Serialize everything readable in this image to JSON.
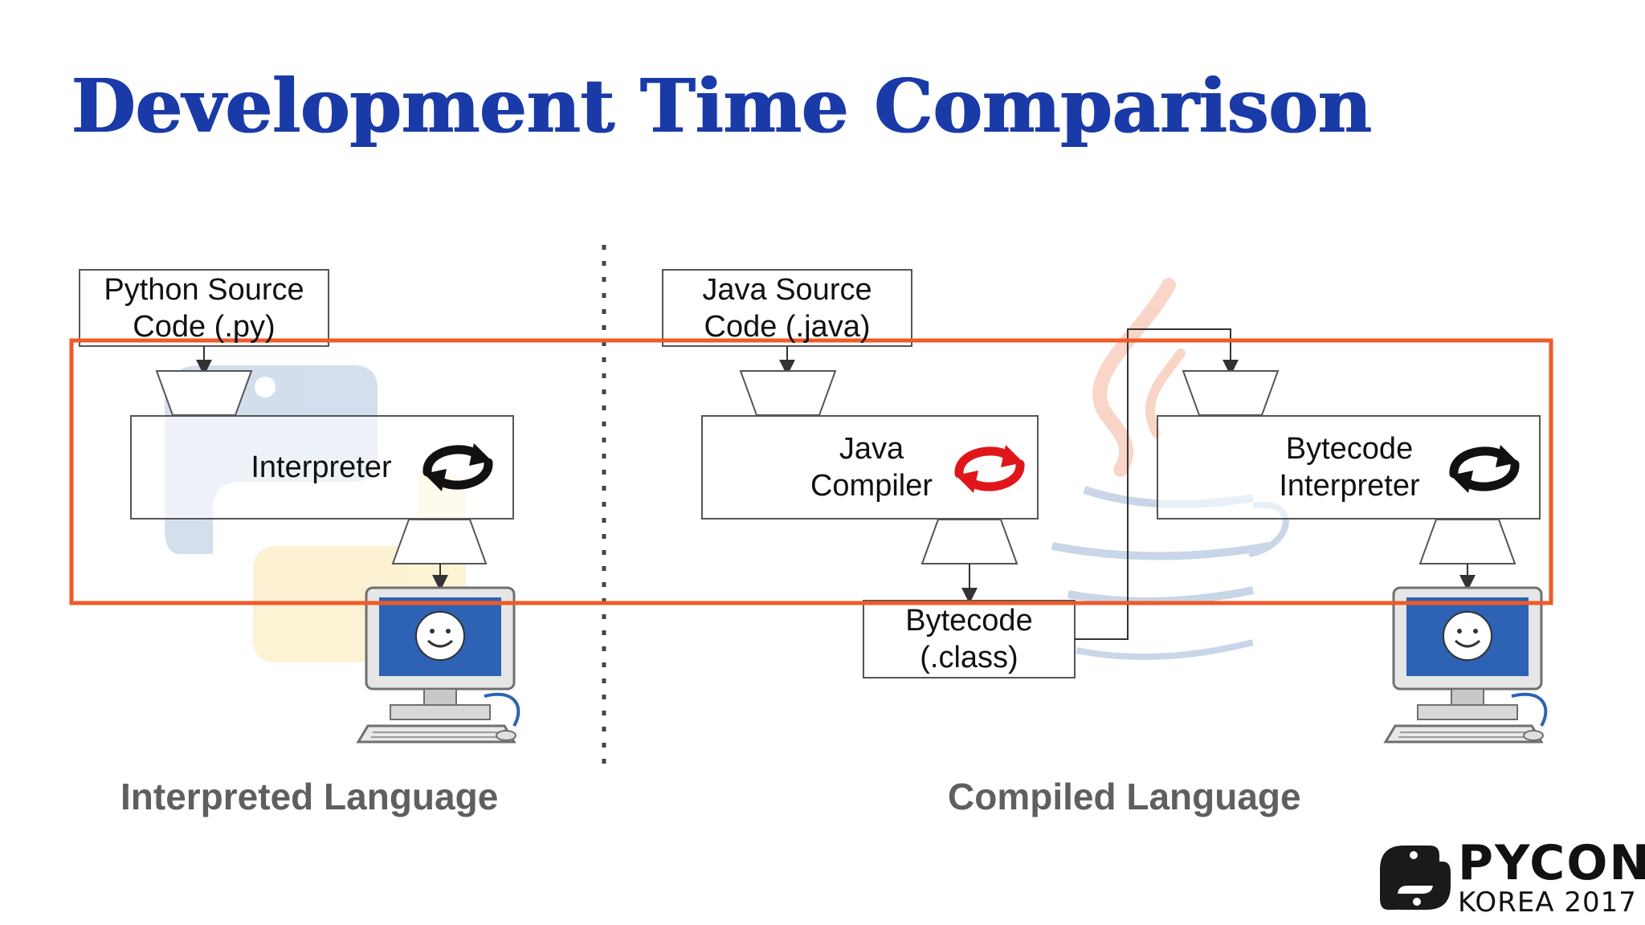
{
  "slide": {
    "title": "Development Time Comparison"
  },
  "interpreted": {
    "source_box": "Python Source\nCode (.py)",
    "interpreter_box": "Interpreter",
    "section_label": "Interpreted Language"
  },
  "compiled": {
    "source_box": "Java Source\nCode (.java)",
    "compiler_box": "Java\nCompiler",
    "bytecode_box": "Bytecode\n(.class)",
    "bytecode_interpreter_box": "Bytecode\nInterpreter",
    "section_label": "Compiled Language"
  },
  "logo": {
    "name": "PYCON",
    "sub": "KOREA 2017"
  },
  "icons": [
    "cycle-arrows-icon",
    "computer-icon",
    "python-logo-icon",
    "java-logo-icon"
  ],
  "colors": {
    "title": "#1a3aa8",
    "highlight": "#ef5a28",
    "compiler_cycle": "#e0161b",
    "section_label": "#5f5f5f"
  }
}
